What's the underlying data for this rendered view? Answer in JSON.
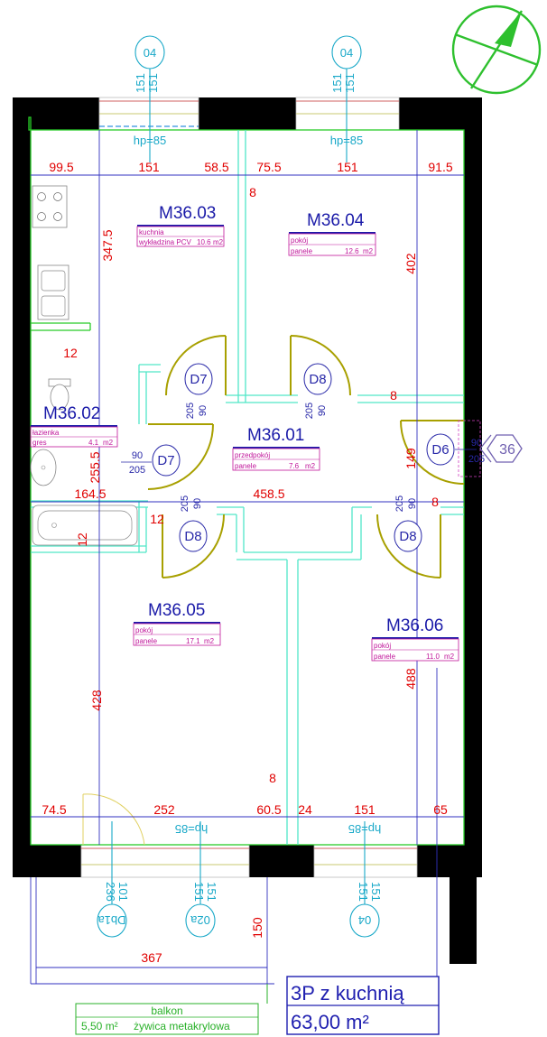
{
  "compass": {
    "icon": "north-arrow-icon"
  },
  "window_marks_top": [
    {
      "code": "04",
      "width": "151",
      "sill": "hp=85"
    },
    {
      "code": "04",
      "width": "151",
      "sill": "hp=85"
    }
  ],
  "window_marks_bottom": [
    {
      "code": "Db1a",
      "width": "236",
      "extra": "101"
    },
    {
      "code": "02a",
      "width": "151",
      "sill": "hp=85"
    },
    {
      "code": "04",
      "width": "151",
      "sill": "hp=85"
    }
  ],
  "dims_top": [
    "99.5",
    "151",
    "58.5",
    "75.5",
    "151",
    "91.5"
  ],
  "dims_bottom": [
    "74.5",
    "252",
    "60.5",
    "24",
    "151",
    "65"
  ],
  "dims_misc": {
    "kitchen_h": "347.5",
    "room04_h": "402",
    "partition_8a": "8",
    "partition_8b": "8",
    "partition_8c": "8",
    "partition_8d": "8",
    "bath_12a": "12",
    "bath_12b": "12",
    "bath_12c": "12",
    "bath_w": "164.5",
    "bath_h": "255.5",
    "hall_w": "458.5",
    "entry_h": "149",
    "room05_h": "428",
    "room06_h": "488",
    "balcony_w": "367",
    "balcony_d": "150"
  },
  "rooms": [
    {
      "code": "M36.03",
      "name": "kuchnia",
      "finish": "wykładzina PCV",
      "area": "10.6",
      "unit": "m2"
    },
    {
      "code": "M36.04",
      "name": "pokój",
      "finish": "panele",
      "area": "12.6",
      "unit": "m2"
    },
    {
      "code": "M36.02",
      "name": "łazienka",
      "finish": "gres",
      "area": "4.1",
      "unit": "m2"
    },
    {
      "code": "M36.01",
      "name": "przedpokój",
      "finish": "panele",
      "area": "7.6",
      "unit": "m2"
    },
    {
      "code": "M36.05",
      "name": "pokój",
      "finish": "panele",
      "area": "17.1",
      "unit": "m2"
    },
    {
      "code": "M36.06",
      "name": "pokój",
      "finish": "panele",
      "area": "11.0",
      "unit": "m2"
    }
  ],
  "doors": [
    {
      "code": "D7",
      "w": "90",
      "h": "205"
    },
    {
      "code": "D8",
      "w": "90",
      "h": "205"
    },
    {
      "code": "D7",
      "w": "90",
      "h": "205"
    },
    {
      "code": "D6",
      "w": "90",
      "h": "205"
    },
    {
      "code": "D8",
      "w": "90",
      "h": "205"
    },
    {
      "code": "D8",
      "w": "90",
      "h": "205"
    }
  ],
  "apartment_number": "36",
  "balcony": {
    "label": "balkon",
    "area": "5,50 m²",
    "finish": "żywica metakrylowa"
  },
  "summary": {
    "title": "3P z kuchnią",
    "area": "63,00 m²"
  }
}
